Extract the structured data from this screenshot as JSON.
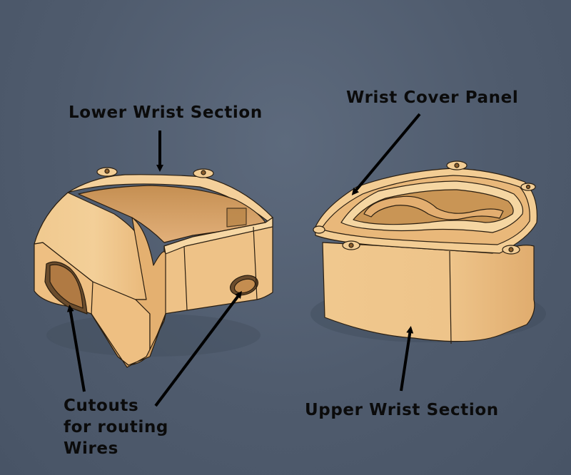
{
  "labels": {
    "lower_wrist_section": "Lower Wrist Section",
    "wrist_cover_panel": "Wrist Cover Panel",
    "upper_wrist_section": "Upper Wrist Section",
    "cutouts_line1": "Cutouts",
    "cutouts_line2": "for routing",
    "cutouts_line3": "Wires"
  },
  "colors": {
    "background": "#4f5b6d",
    "part_light": "#f3cc90",
    "part_mid": "#e7b676",
    "part_dark": "#c99555",
    "outline": "#2a1e10",
    "arrow": "#000000"
  }
}
